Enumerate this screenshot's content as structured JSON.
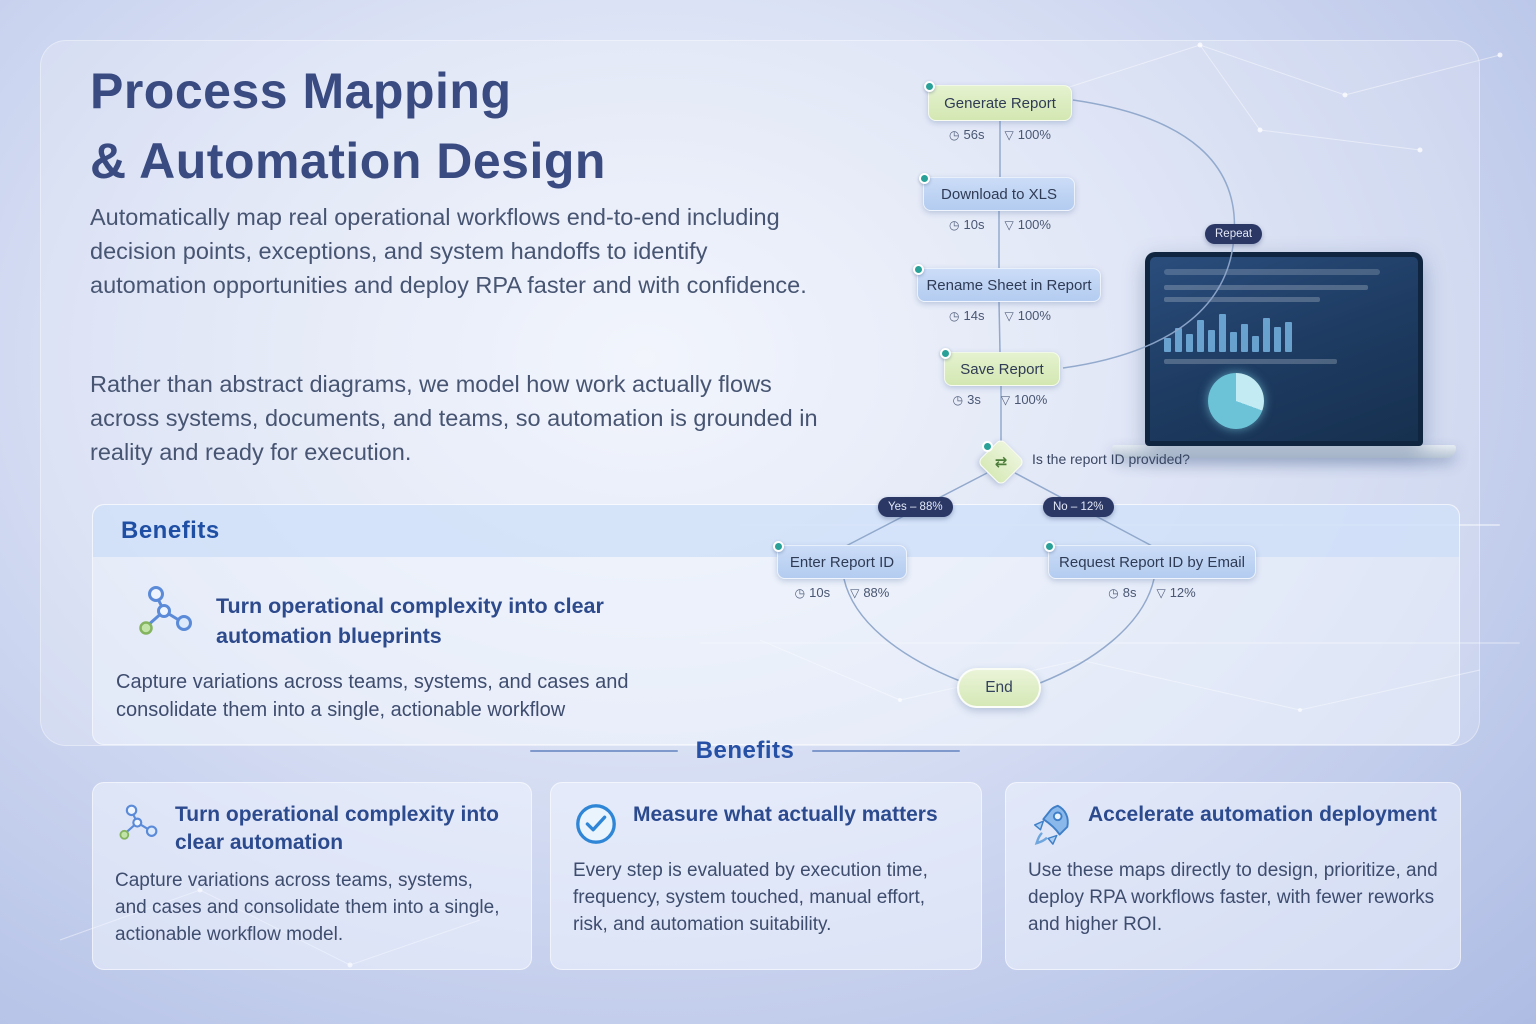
{
  "colors": {
    "accent_blue": "#2456a8",
    "heading_navy": "#3a4b82",
    "body_text": "#46536f",
    "node_green_bg": "#d9ecbf",
    "node_blue_bg": "#bdd3f3",
    "pill_dark_bg": "#2b3765",
    "dot_teal": "#2aa198",
    "connector_line": "#8ea6ca"
  },
  "icons": {
    "clock": "◷",
    "funnel": "▽",
    "swap_arrows": "⇄"
  },
  "header": {
    "title_line1": "Process Mapping",
    "title_line2": "& Automation Design",
    "intro_p1": "Automatically map real operational workflows end-to-end including decision points, exceptions, and system handoffs to identify automation opportunities and deploy RPA faster and with confidence.",
    "intro_p2": "Rather than abstract diagrams, we model how work actually flows across systems, documents, and teams, so automation is grounded in reality and ready for execution."
  },
  "benefits_panel": {
    "heading": "Benefits",
    "item_title": "Turn operational complexity into clear automation blueprints",
    "item_body": "Capture variations across teams, systems, and cases and consolidate them into a single, actionable workflow"
  },
  "flowchart": {
    "nodes": [
      {
        "label": "Generate Report",
        "time": "56s",
        "pct": "100%"
      },
      {
        "label": "Download to XLS",
        "time": "10s",
        "pct": "100%"
      },
      {
        "label": "Rename Sheet in Report",
        "time": "14s",
        "pct": "100%"
      },
      {
        "label": "Save Report",
        "time": "3s",
        "pct": "100%"
      },
      {
        "label": "Enter Report ID",
        "time": "10s",
        "pct": "88%"
      },
      {
        "label": "Request Report ID by Email",
        "time": "8s",
        "pct": "12%"
      }
    ],
    "repeat_label": "Repeat",
    "decision": {
      "question": "Is the report ID provided?",
      "yes_label": "Yes – 88%",
      "no_label": "No – 12%"
    },
    "end_label": "End"
  },
  "divider": {
    "label": "Benefits"
  },
  "cards": [
    {
      "title": "Turn operational complexity into clear automation",
      "body": "Capture variations across teams, systems, and cases and consolidate them into a single, actionable workflow model."
    },
    {
      "title": "Measure what actually matters",
      "body": "Every step is evaluated by execution time, frequency, system touched, manual effort, risk, and automation suitability."
    },
    {
      "title": "Accelerate automation deployment",
      "body": "Use these maps directly to design, prioritize, and deploy RPA workflows faster, with fewer reworks and higher ROI."
    }
  ]
}
